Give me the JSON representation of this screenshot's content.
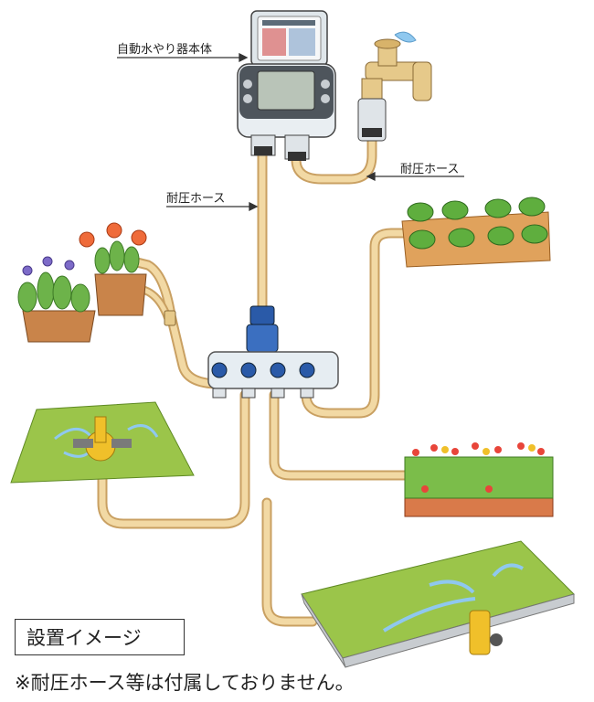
{
  "labels": {
    "controller": "自動水やり器本体",
    "pressure_hose_right": "耐圧ホース",
    "pressure_hose_left": "耐圧ホース"
  },
  "caption": "設置イメージ",
  "note": "※耐圧ホース等は付属しておりません。",
  "colors": {
    "hose": "#f2d9a4",
    "hose_edge": "#c9a062",
    "controller_body": "#e9eef2",
    "controller_screen": "#b9c4b8",
    "manifold_body": "#e6edf2",
    "manifold_valve": "#2a5aa8",
    "grass": "#9bc54a",
    "soil": "#c9844a",
    "water": "#8fc8ef",
    "sprinkler": "#f0c02a"
  }
}
